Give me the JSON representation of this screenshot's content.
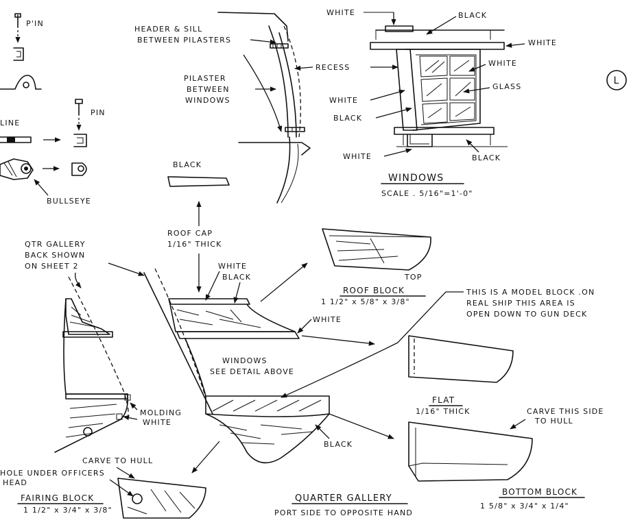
{
  "sheet_marker": "L",
  "labels": {
    "pin_top": "P'IN",
    "pin_mid": "PIN",
    "line": "LINE",
    "bullseye": "BULLSEYE",
    "header_sill_1": "HEADER & SILL",
    "header_sill_2": "BETWEEN PILASTERS",
    "pilaster_1": "PILASTER",
    "pilaster_2": "BETWEEN",
    "pilaster_3": "WINDOWS",
    "recess": "RECESS",
    "win_white_top": "WHITE",
    "win_black_top": "BLACK",
    "win_white_right": "WHITE",
    "win_white_sash": "WHITE",
    "win_glass": "GLASS",
    "win_white_left": "WHITE",
    "win_black_left": "BLACK",
    "win_white_bottom": "WHITE",
    "win_black_bottom": "BLACK",
    "windows_title": "WINDOWS",
    "windows_scale": "SCALE . 5/16\"=1'-0\"",
    "black_cap": "BLACK",
    "roof_cap_1": "ROOF CAP",
    "roof_cap_2": "1/16\" THICK",
    "qtr_gallery_1": "QTR GALLERY",
    "qtr_gallery_2": "BACK SHOWN",
    "qtr_gallery_3": "ON SHEET 2",
    "white_black_1": "WHITE",
    "white_black_2": "BLACK",
    "top": "TOP",
    "roof_block_title": "ROOF BLOCK",
    "roof_block_size": "1 1/2\" x 5/8\" x 3/8\"",
    "model_note_1": "THIS IS A MODEL BLOCK .ON",
    "model_note_2": "REAL SHIP THIS AREA IS",
    "model_note_3": "OPEN DOWN TO GUN DECK",
    "white_mid": "WHITE",
    "windows_see_1": "WINDOWS",
    "windows_see_2": "SEE DETAIL ABOVE",
    "molding_1": "MOLDING",
    "molding_2": "WHITE",
    "flat_title": "FLAT",
    "flat_size": "1/16\" THICK",
    "carve_side_1": "CARVE THIS SIDE",
    "carve_side_2": "TO HULL",
    "black_bottom": "BLACK",
    "carve_hull": "CARVE TO HULL",
    "hole_1": "HOLE UNDER OFFICERS",
    "hole_2": "HEAD",
    "fairing_title": "FAIRING BLOCK",
    "fairing_size": "1 1/2\" x 3/4\" x 3/8\"",
    "qg_title": "QUARTER GALLERY",
    "qg_sub": "PORT SIDE TO OPPOSITE HAND",
    "bottom_block_title": "BOTTOM BLOCK",
    "bottom_block_size": "1 5/8\" x 3/4\" x 1/4\""
  }
}
